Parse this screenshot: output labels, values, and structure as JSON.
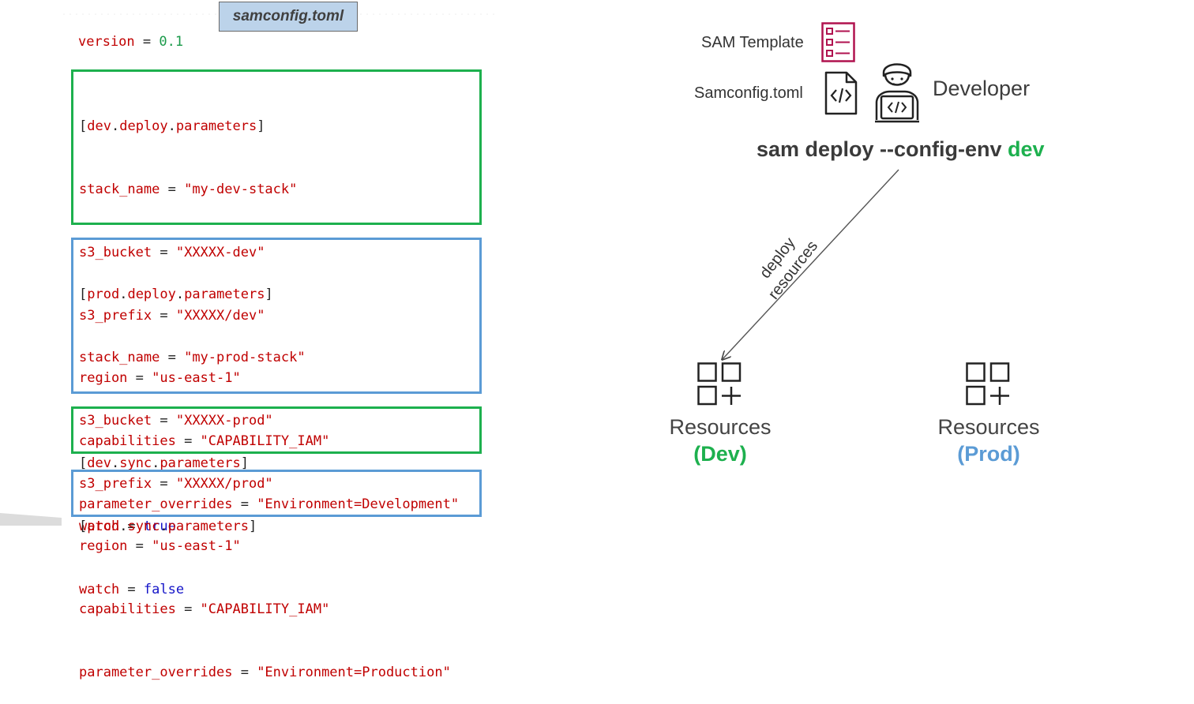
{
  "file_tab": {
    "label": "samconfig.toml"
  },
  "version": {
    "key": "version",
    "op": " = ",
    "value": "0.1"
  },
  "dev_deploy": {
    "section": [
      "dev",
      "deploy",
      "parameters"
    ],
    "lines": [
      {
        "key": "stack_name",
        "value": "\"my-dev-stack\""
      },
      {
        "key": "s3_bucket",
        "value": "\"XXXXX-dev\""
      },
      {
        "key": "s3_prefix",
        "value": "\"XXXXX/dev\""
      },
      {
        "key": "region",
        "value": "\"us-east-1\""
      },
      {
        "key": "capabilities",
        "value": "\"CAPABILITY_IAM\""
      },
      {
        "key": "parameter_overrides",
        "value": "\"Environment=Development\""
      }
    ]
  },
  "prod_deploy": {
    "section": [
      "prod",
      "deploy",
      "parameters"
    ],
    "lines": [
      {
        "key": "stack_name",
        "value": "\"my-prod-stack\""
      },
      {
        "key": "s3_bucket",
        "value": "\"XXXXX-prod\""
      },
      {
        "key": "s3_prefix",
        "value": "\"XXXXX/prod\""
      },
      {
        "key": "region",
        "value": "\"us-east-1\""
      },
      {
        "key": "capabilities",
        "value": "\"CAPABILITY_IAM\""
      },
      {
        "key": "parameter_overrides",
        "value": "\"Environment=Production\""
      }
    ]
  },
  "dev_sync": {
    "section": [
      "dev",
      "sync",
      "parameters"
    ],
    "lines": [
      {
        "key": "watch",
        "value": "true"
      }
    ]
  },
  "prod_sync": {
    "section": [
      "prod",
      "sync",
      "parameters"
    ],
    "lines": [
      {
        "key": "watch",
        "value": "false"
      }
    ]
  },
  "diagram": {
    "sam_template_label": "SAM Template",
    "samconfig_label": "Samconfig.toml",
    "developer_label": "Developer",
    "command_prefix": "sam deploy --config-env ",
    "command_env": "dev",
    "arrow_label_line1": "deploy",
    "arrow_label_line2": "resources",
    "resources_dev_label": "Resources",
    "resources_dev_env": "(Dev)",
    "resources_prod_label": "Resources",
    "resources_prod_env": "(Prod)"
  },
  "colors": {
    "dev_green": "#1db04e",
    "prod_blue": "#5b9bd5",
    "key_red": "#c00000",
    "template_magenta": "#b0124f",
    "tab_fill": "#bcd3ea"
  },
  "icons": [
    "sam-template-icon",
    "code-file-icon",
    "developer-icon",
    "resources-icon"
  ]
}
